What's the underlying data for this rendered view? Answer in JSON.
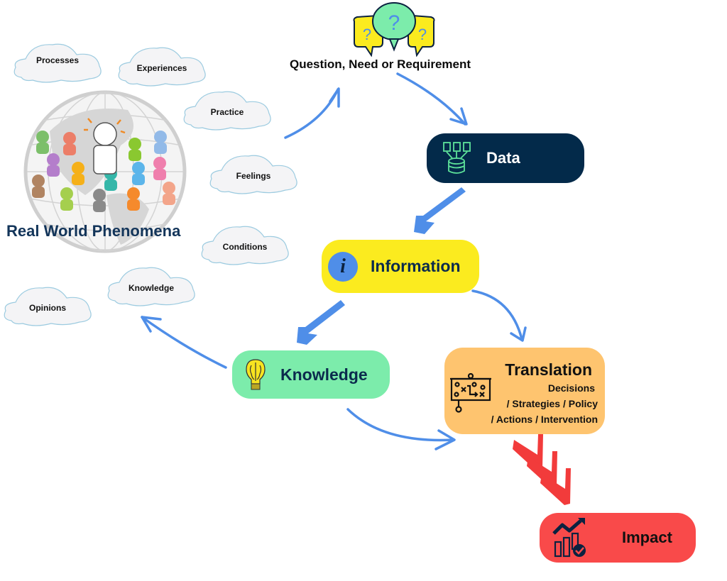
{
  "question": {
    "label": "Question, Need or Requirement",
    "icon": "speech-bubbles-question-icon"
  },
  "world": {
    "title": "Real World Phenomena",
    "icon": "globe-people-icon"
  },
  "clouds": [
    {
      "label": "Processes"
    },
    {
      "label": "Experiences"
    },
    {
      "label": "Practice"
    },
    {
      "label": "Feelings"
    },
    {
      "label": "Conditions"
    },
    {
      "label": "Knowledge"
    },
    {
      "label": "Opinions"
    }
  ],
  "nodes": {
    "data": {
      "label": "Data",
      "icon": "database-documents-icon",
      "color": "#032a4a"
    },
    "information": {
      "label": "Information",
      "icon": "info-icon",
      "color": "#fbeb1f"
    },
    "knowledge": {
      "label": "Knowledge",
      "icon": "lightbulb-brain-icon",
      "color": "#7cecab"
    },
    "translation": {
      "label": "Translation",
      "sub1": "Decisions",
      "sub2": "/ Strategies / Policy",
      "sub3": "/ Actions / Intervention",
      "icon": "strategy-board-icon",
      "color": "#fec46f"
    },
    "impact": {
      "label": "Impact",
      "icon": "growth-chart-check-icon",
      "color": "#f94a4a"
    }
  },
  "colors": {
    "arrow": "#4f8ee8",
    "impact_arrow": "#f23b3b",
    "title": "#13355a"
  }
}
